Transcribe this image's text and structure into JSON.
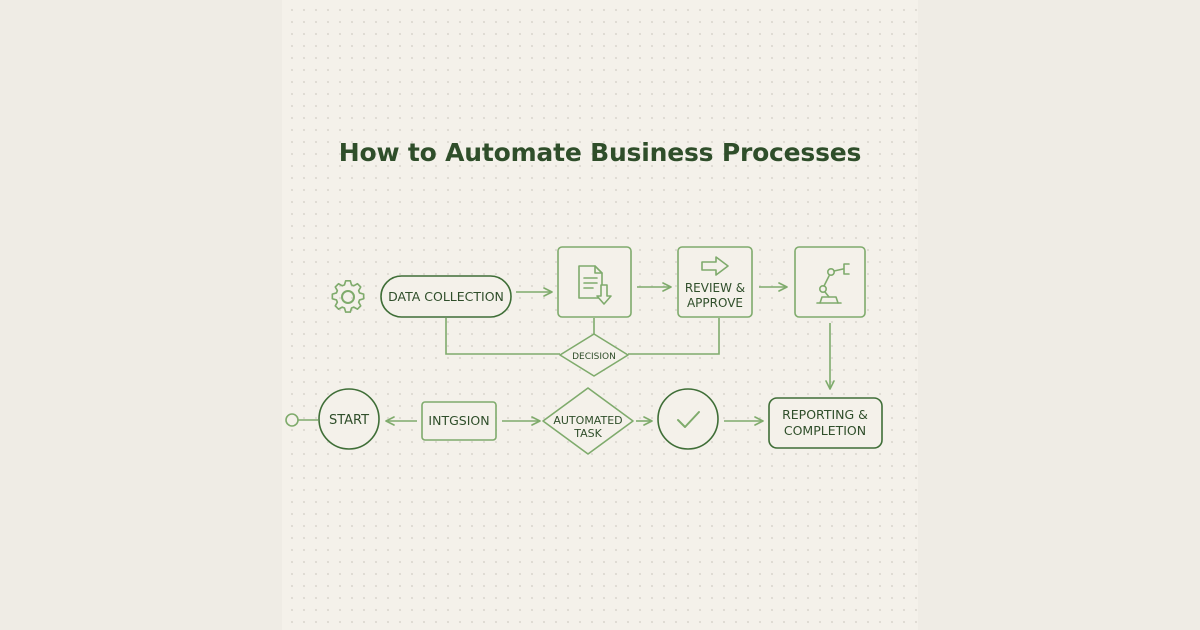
{
  "title": "How to Automate Business Processes",
  "colors": {
    "stroke": "#7fab6c",
    "text": "#2f4e2a",
    "panel": "#f4f1ea"
  },
  "nodes": {
    "data_collection": "DATA COLLECTION",
    "review_line1": "REVIEW &",
    "review_line2": "APPROVE",
    "decision": "DECISION",
    "start": "START",
    "integration": "INTGSION",
    "automated_line1": "AUTOMATED",
    "automated_line2": "TASK",
    "reporting_line1": "REPORTING &",
    "reporting_line2": "COMPLETION"
  },
  "icons": [
    "gear-icon",
    "document-download-icon",
    "arrow-right-icon",
    "robot-arm-icon",
    "checkmark-icon"
  ]
}
